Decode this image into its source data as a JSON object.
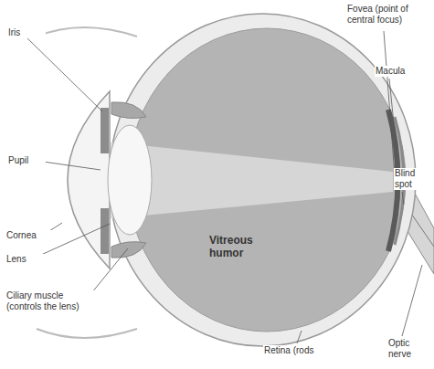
{
  "diagram": {
    "labels": [
      "Iris",
      "Pupil",
      "Cornea",
      "Lens",
      "Ciliary muscle (controls the lens)",
      "Vitreous humor",
      "Retina (rods",
      "Optic nerve",
      "Fovea (point of central focus)",
      "Macula",
      "Blind spot"
    ]
  }
}
